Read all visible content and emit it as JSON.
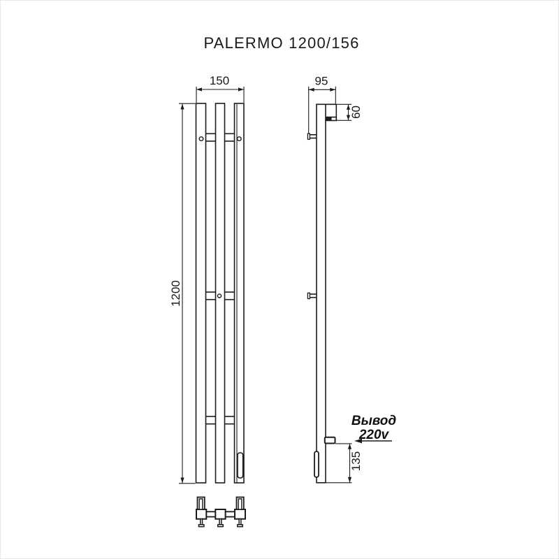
{
  "title": "PALERMO 1200/156",
  "dimensions": {
    "width": "150",
    "height": "1200",
    "depth": "95",
    "bracket_offset": "60",
    "outlet_offset": "135"
  },
  "power": {
    "line1": "Вывод",
    "line2": "220v"
  },
  "colors": {
    "line": "#1c1c1c",
    "background": "#ffffff"
  }
}
